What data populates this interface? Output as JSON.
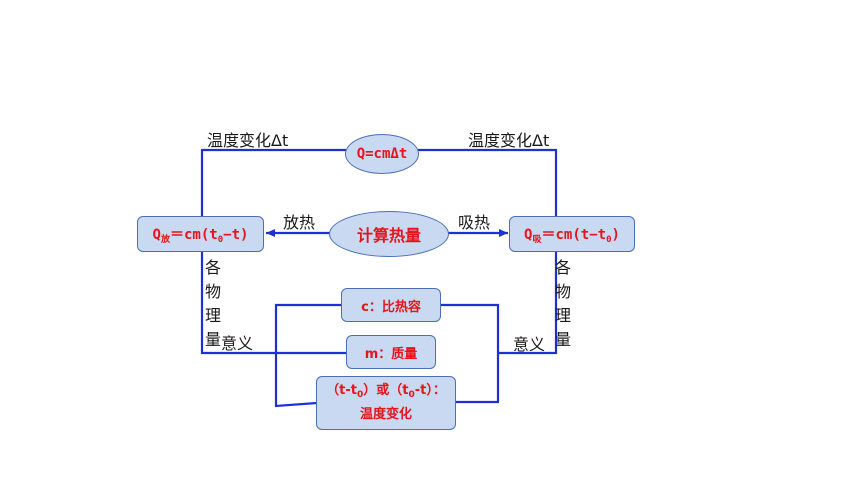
{
  "formula": {
    "text": "Q=cmΔt"
  },
  "center": {
    "text": "计算热量"
  },
  "left_formula": {
    "q": "Q",
    "q_sub": "放",
    "eq": "＝cm(t",
    "t_sub": "0",
    "tail": "−t)"
  },
  "right_formula": {
    "q": "Q",
    "q_sub": "吸",
    "eq": "＝cm(t−t",
    "t_sub": "0",
    "tail": ")"
  },
  "labels": {
    "top_left": "温度变化Δt",
    "top_right": "温度变化Δt",
    "release": "放热",
    "absorb": "吸热",
    "left_meaning": "意义",
    "right_meaning": "意义",
    "left_vertical": "各物理量",
    "right_vertical": "各物理量"
  },
  "meanings": {
    "c": "c：比热容",
    "m": "m：质量",
    "t_part1": "（t-t",
    "t_sub": "0",
    "t_part2": "）或（t",
    "t_sub2": "0",
    "t_part3": "-t）：温度变化"
  },
  "colors": {
    "line": "#1f2fd6",
    "node_fill": "#c9d9f1",
    "node_text": "#e8131b"
  }
}
